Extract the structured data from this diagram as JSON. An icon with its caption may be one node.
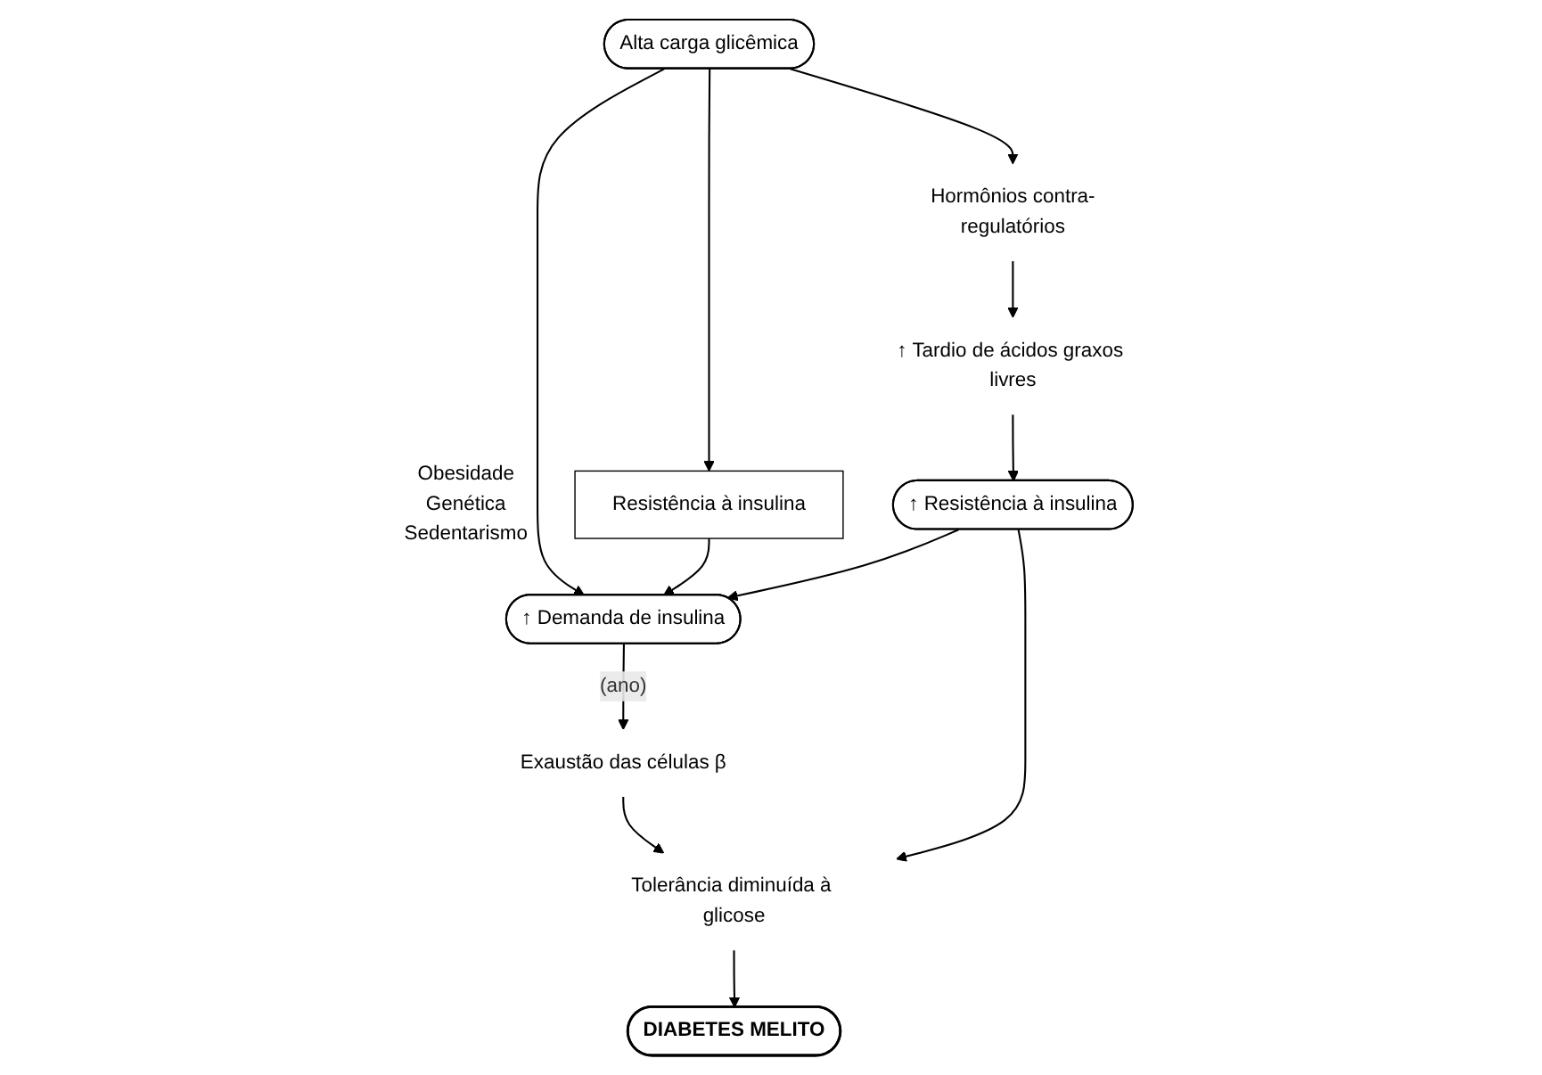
{
  "diagram": {
    "nodes": [
      {
        "text": [
          "Alta carga glicêmica"
        ]
      },
      {
        "text": [
          "Resistência à insulina"
        ],
        "beside": [
          "Obesidade Genética Sedentarismo"
        ]
      },
      {
        "text": [
          "Hormônios contra-regulatórios"
        ]
      },
      {
        "text": [
          "↑ Demanda de insulina"
        ]
      },
      {
        "text": [
          "↑ Tardio de ácidos graxos livres"
        ]
      },
      {
        "text": [
          "↑ Resistência à insulina"
        ]
      },
      {
        "text": [
          "Exaustão das células β"
        ]
      },
      {
        "text": [
          "Tolerância diminuída à glicose"
        ]
      },
      {
        "text": [
          "DIABETES MELITO"
        ]
      }
    ],
    "edges": [
      {
        "from": 0,
        "to": 1,
        "arrow": "to"
      },
      {
        "from": 0,
        "to": 3,
        "arrow": "to"
      },
      {
        "from": 0,
        "to": 2,
        "arrow": "to"
      },
      {
        "from": 1,
        "to": 3,
        "arrow": "to"
      },
      {
        "from": 2,
        "to": 4,
        "arrow": "to"
      },
      {
        "from": 4,
        "to": 5,
        "arrow": "to"
      },
      {
        "from": 5,
        "to": 3,
        "arrow": "to"
      },
      {
        "from": 3,
        "to": 6,
        "label": "(ano)",
        "arrow": "to"
      },
      {
        "from": 6,
        "to": 7,
        "arrow": "to"
      },
      {
        "from": 5,
        "to": 7,
        "arrow": "to"
      },
      {
        "from": 7,
        "to": 8,
        "arrow": "to"
      }
    ]
  }
}
